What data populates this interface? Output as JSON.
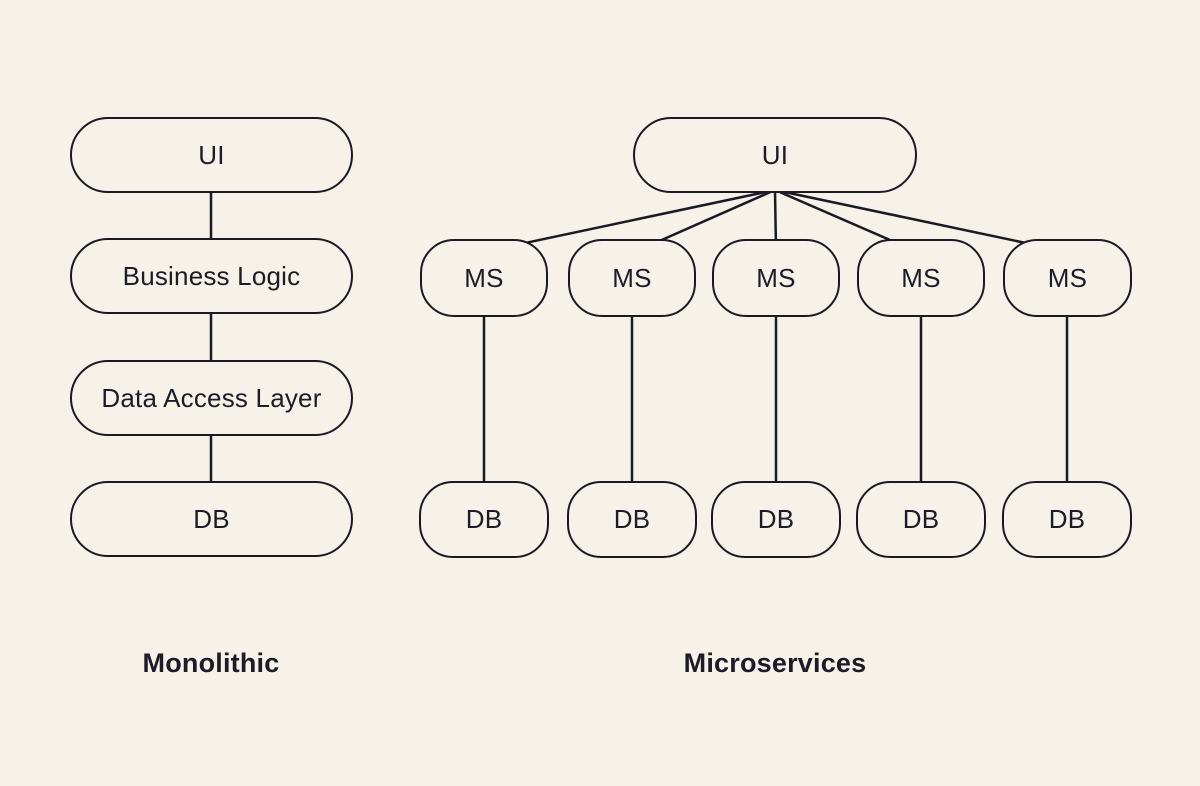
{
  "diagram": {
    "background_color": "#f6f1e9",
    "stroke_color": "#1a1a23",
    "text_color": "#1c1c26"
  },
  "monolith": {
    "caption": "Monolithic",
    "nodes": [
      {
        "label": "UI"
      },
      {
        "label": "Business Logic"
      },
      {
        "label": "Data Access Layer"
      },
      {
        "label": "DB"
      }
    ]
  },
  "microservices": {
    "caption": "Microservices",
    "root_label": "UI",
    "columns": [
      {
        "ms_label": "MS",
        "db_label": "DB"
      },
      {
        "ms_label": "MS",
        "db_label": "DB"
      },
      {
        "ms_label": "MS",
        "db_label": "DB"
      },
      {
        "ms_label": "MS",
        "db_label": "DB"
      },
      {
        "ms_label": "MS",
        "db_label": "DB"
      }
    ]
  }
}
